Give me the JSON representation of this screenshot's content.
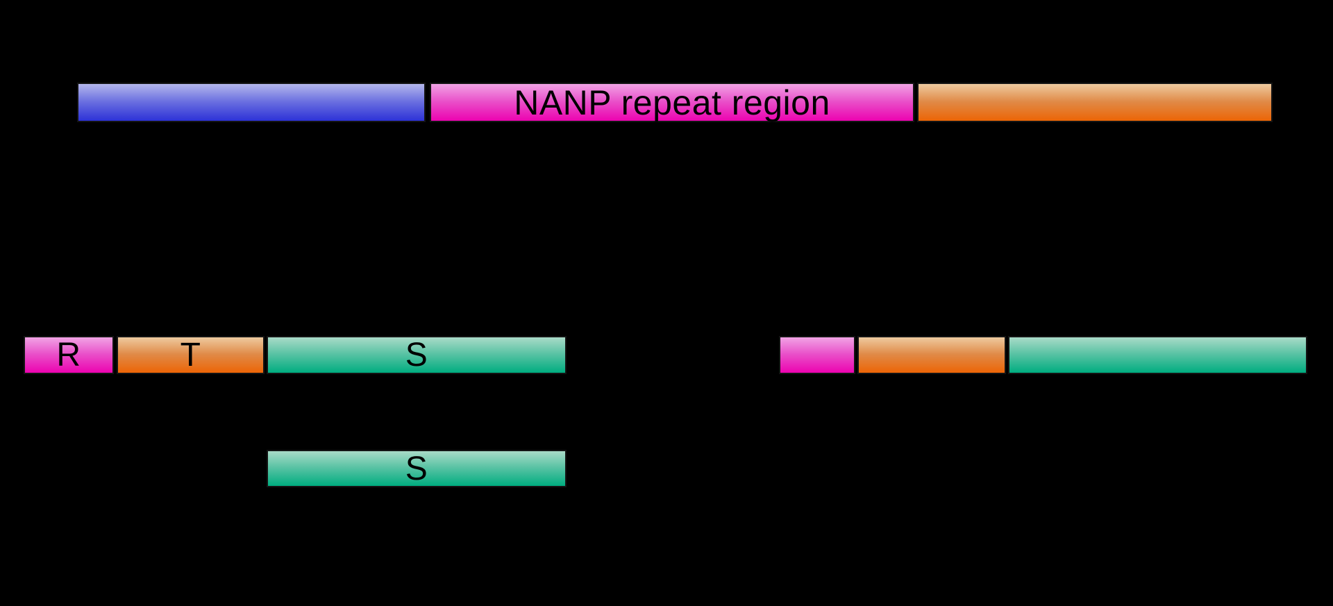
{
  "background": "#000000",
  "colors": {
    "blue_top": "#b4b7ec",
    "blue_mid": "#6a6fe0",
    "blue_bottom": "#2d32d7",
    "magenta_top": "#f1a3e5",
    "magenta_mid": "#e94fc9",
    "magenta_bottom": "#ec03b0",
    "orange_top": "#eeca9f",
    "orange_mid": "#e08a47",
    "orange_bottom": "#ec6506",
    "teal_top": "#a9dbc8",
    "teal_mid": "#57c2a3",
    "teal_bottom": "#00ad80",
    "label_text": "#000000",
    "border": "#141414"
  },
  "diagram": {
    "top_bar": {
      "segments": [
        {
          "name": "n-terminal-segment",
          "color": "blue",
          "label": ""
        },
        {
          "name": "nanp-repeat-segment",
          "color": "magenta",
          "label": "NANP repeat region"
        },
        {
          "name": "c-terminal-segment",
          "color": "orange",
          "label": ""
        }
      ]
    },
    "left_construct": {
      "segments": [
        {
          "name": "r-segment",
          "color": "magenta",
          "label": "R"
        },
        {
          "name": "t-segment",
          "color": "orange",
          "label": "T"
        },
        {
          "name": "s-segment",
          "color": "teal",
          "label": "S"
        }
      ]
    },
    "right_construct": {
      "segments": [
        {
          "name": "right-magenta-segment",
          "color": "magenta",
          "label": ""
        },
        {
          "name": "right-orange-segment",
          "color": "orange",
          "label": ""
        },
        {
          "name": "right-teal-segment",
          "color": "teal",
          "label": ""
        }
      ]
    },
    "bottom_construct": {
      "segments": [
        {
          "name": "free-s-segment",
          "color": "teal",
          "label": "S"
        }
      ]
    }
  }
}
